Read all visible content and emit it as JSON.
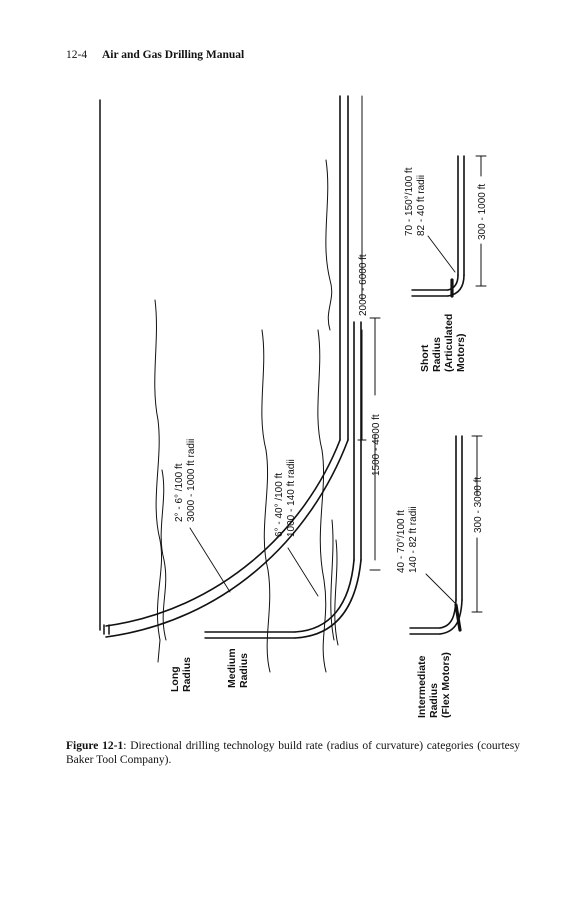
{
  "header": {
    "page_number": "12-4",
    "book_title": "Air and Gas Drilling Manual"
  },
  "figure": {
    "long": {
      "label_line1": "Long",
      "label_line2": "Radius",
      "build_rate": "2° - 6° /100 ft",
      "radius": "3000 - 1000 ft radii",
      "horizontal_length": "2000 - 6000 ft"
    },
    "medium": {
      "label_line1": "Medium",
      "label_line2": "Radius",
      "build_rate": "6° - 40° /100 ft",
      "radius": "1000 - 140 ft radii",
      "horizontal_length": "1500 - 4000 ft"
    },
    "intermediate": {
      "label_line1": "Intermediate",
      "label_line2": "Radius",
      "label_line3": "(Flex Motors)",
      "build_rate": "40 - 70°/100 ft",
      "radius": "140 - 82 ft radii",
      "horizontal_length": "300 - 3000 ft"
    },
    "short": {
      "label_line1": "Short",
      "label_line2": "Radius",
      "label_line3": "(Articulated",
      "label_line4": "Motors)",
      "build_rate": "70 - 150°/100 ft",
      "radius": "82 - 40 ft radii",
      "horizontal_length": "300 - 1000 ft"
    }
  },
  "caption": {
    "label": "Figure 12-1",
    "text": ": Directional drilling technology build rate (radius of curvature) categories (courtesy Baker Tool Company)."
  }
}
